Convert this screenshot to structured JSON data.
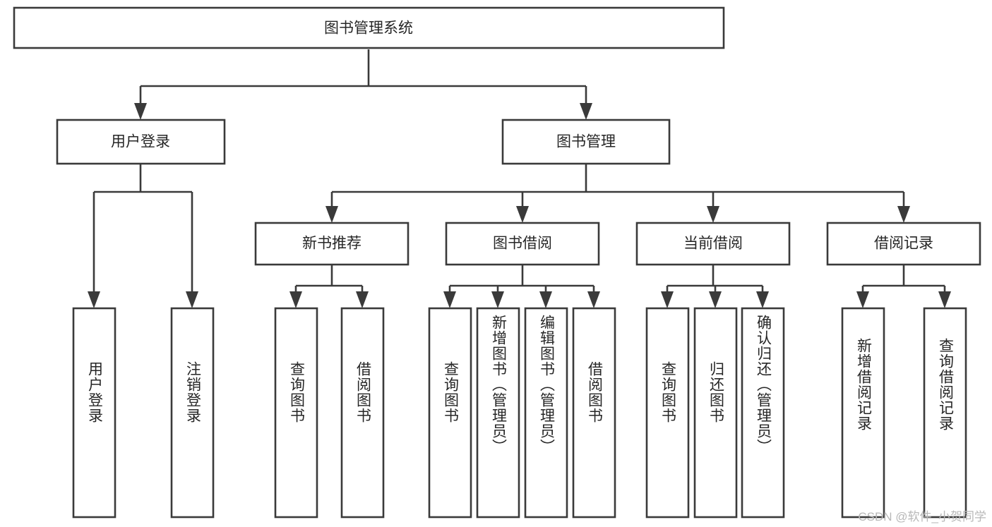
{
  "diagram": {
    "type": "tree-hierarchy",
    "title": "图书管理系统",
    "orientation": "top-down",
    "colors": {
      "box_stroke": "#3a3a3a",
      "box_fill": "#ffffff",
      "connector": "#3a3a3a",
      "text": "#262626",
      "watermark": "#b8b8b8",
      "background": "#ffffff"
    },
    "levels": {
      "root": {
        "label": "图书管理系统"
      },
      "level2": [
        {
          "label": "用户登录"
        },
        {
          "label": "图书管理"
        }
      ],
      "level3": [
        {
          "label": "新书推荐"
        },
        {
          "label": "图书借阅"
        },
        {
          "label": "当前借阅"
        },
        {
          "label": "借阅记录"
        }
      ],
      "leaves": {
        "user_login": [
          {
            "label": "用户登录"
          },
          {
            "label": "注销登录"
          }
        ],
        "new_book_recommend": [
          {
            "label": "查询图书"
          },
          {
            "label": "借阅图书"
          }
        ],
        "book_borrow": [
          {
            "label": "查询图书"
          },
          {
            "label": "新增图书（管理员）"
          },
          {
            "label": "编辑图书（管理员）"
          },
          {
            "label": "借阅图书"
          }
        ],
        "current_borrow": [
          {
            "label": "查询图书"
          },
          {
            "label": "归还图书"
          },
          {
            "label": "确认归还（管理员）"
          }
        ],
        "borrow_record": [
          {
            "label": "新增借阅记录"
          },
          {
            "label": "查询借阅记录"
          }
        ]
      }
    }
  },
  "watermark": {
    "text": "CSDN @软件_小贺同学"
  }
}
